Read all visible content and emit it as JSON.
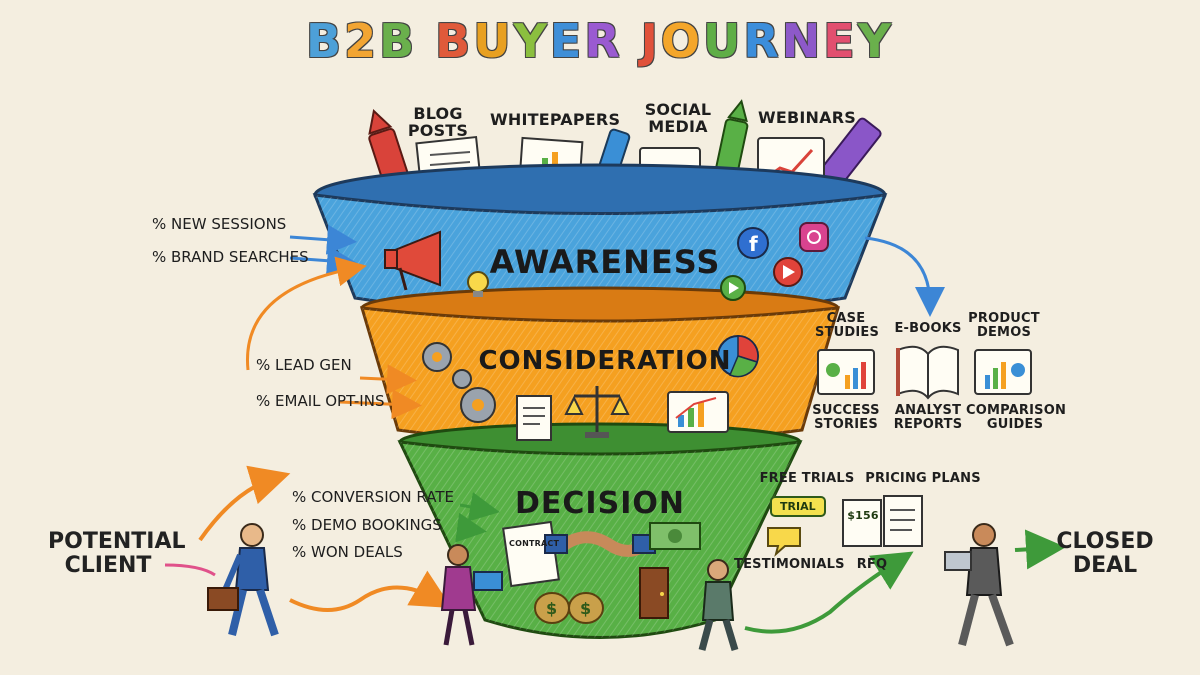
{
  "title": {
    "letters": [
      "B",
      "2",
      "B",
      " ",
      "B",
      "U",
      "Y",
      "E",
      "R",
      " ",
      "J",
      "O",
      "U",
      "R",
      "N",
      "E",
      "Y"
    ],
    "colors": [
      "#4da0d8",
      "#f2a533",
      "#6ab04c",
      "#ffffff",
      "#e05a3a",
      "#e8a021",
      "#8bbf3f",
      "#3f8fd8",
      "#9a5ad1",
      "#ffffff",
      "#e0513a",
      "#f4a62a",
      "#5fae46",
      "#3c8edb",
      "#8d59c9",
      "#e24f6f",
      "#6ab04c"
    ]
  },
  "stages": {
    "awareness": "AWARENESS",
    "consideration": "CONSIDERATION",
    "decision": "DECISION"
  },
  "top_content": {
    "blog_posts": "BLOG POSTS",
    "whitepapers": "WHITEPAPERS",
    "social_media": "SOCIAL MEDIA",
    "webinars": "WEBINARS"
  },
  "metrics": {
    "new_sessions": "% NEW SESSIONS",
    "brand_searches": "% BRAND SEARCHES",
    "lead_gen": "% LEAD GEN",
    "email_opt_ins": "% EMAIL OPT-INS",
    "conversion_rate": "% CONVERSION RATE",
    "demo_bookings": "% DEMO BOOKINGS",
    "won_deals": "% WON DEALS"
  },
  "consideration_content": {
    "case_studies": "CASE STUDIES",
    "e_books": "E-BOOKS",
    "product_demos": "PRODUCT DEMOS",
    "success_stories": "SUCCESS STORIES",
    "analyst_reports": "ANALYST REPORTS",
    "comparison_guides": "COMPARISON GUIDES"
  },
  "decision_content": {
    "free_trials": "FREE TRIALS",
    "pricing_plans": "PRICING PLANS",
    "trial_chip": "TRIAL",
    "price_tag": "$156",
    "testimonials": "TESTIMONIALS",
    "rfq": "RFQ",
    "contract": "CONTRACT"
  },
  "people": {
    "potential_client": "POTENTIAL CLIENT",
    "closed_deal": "CLOSED DEAL"
  },
  "colors": {
    "awareness": "#4aa3dc",
    "consideration": "#f5a020",
    "decision": "#58b046",
    "background": "#f4eee0",
    "arrow_blue": "#3c86d6",
    "arrow_orange": "#f08a24",
    "arrow_green": "#3e9a3a"
  },
  "icons": [
    "megaphone-icon",
    "lightbulb-icon",
    "facebook-icon",
    "instagram-icon",
    "youtube-icon",
    "gear-icon",
    "pie-chart-icon",
    "scales-icon",
    "document-icon",
    "monitor-chart-icon",
    "handshake-icon",
    "money-bag-icon",
    "cash-icon",
    "door-icon",
    "crayon-icon",
    "book-icon",
    "laptop-icon",
    "briefcase-icon"
  ]
}
